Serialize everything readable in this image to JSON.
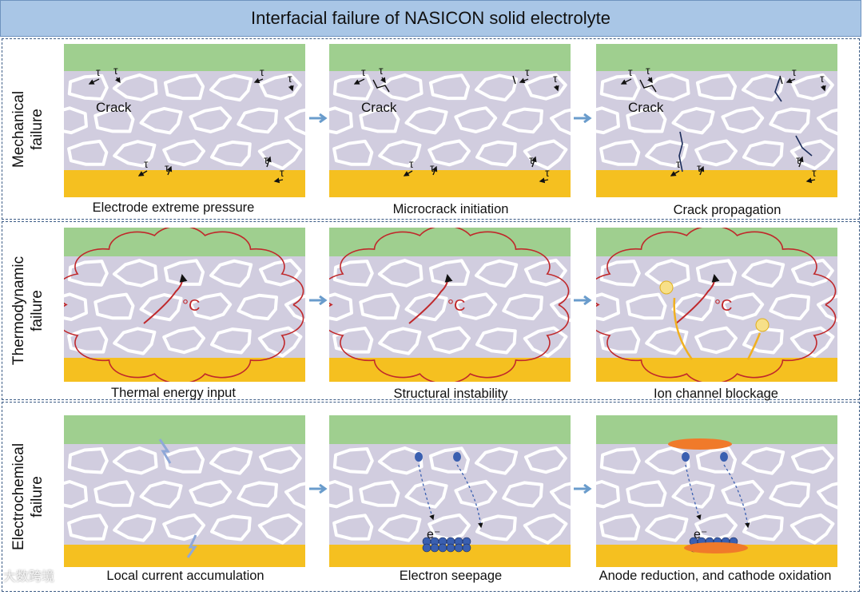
{
  "title": "Interfacial failure of NASICON solid electrolyte",
  "rows": [
    {
      "label": "Mechanical\nfailure",
      "panels": [
        {
          "caption": "Electrode extreme pressure",
          "crack_label": "Crack",
          "stress_symbol": "τ"
        },
        {
          "caption": "Microcrack initiation",
          "crack_label": "Crack",
          "stress_symbol": "τ"
        },
        {
          "caption": "Crack propagation",
          "crack_label": "Crack",
          "stress_symbol": "τ"
        }
      ]
    },
    {
      "label": "Thermodynamic\nfailure",
      "panels": [
        {
          "caption": "Thermal energy input",
          "temp_label": "°C"
        },
        {
          "caption": "Structural instability",
          "temp_label": "°C"
        },
        {
          "caption": "Ion channel blockage",
          "temp_label": "°C"
        }
      ]
    },
    {
      "label": "Electrochemical\nfailure",
      "panels": [
        {
          "caption": "Local current accumulation"
        },
        {
          "caption": "Electron seepage",
          "electron_label": "e⁻"
        },
        {
          "caption": "Anode reduction, and cathode oxidation",
          "electron_label": "e⁻"
        }
      ]
    }
  ],
  "watermark": "大数跨境",
  "colors": {
    "title_bg": "#a9c6e6",
    "top_layer": "#9fcf8f",
    "bottom_layer": "#f5c020",
    "grain": "#d1cddf",
    "heat": "#c0282b",
    "electron": "#3a5fb0",
    "oxide": "#f07a2a",
    "arrow": "#6a9ccc"
  }
}
